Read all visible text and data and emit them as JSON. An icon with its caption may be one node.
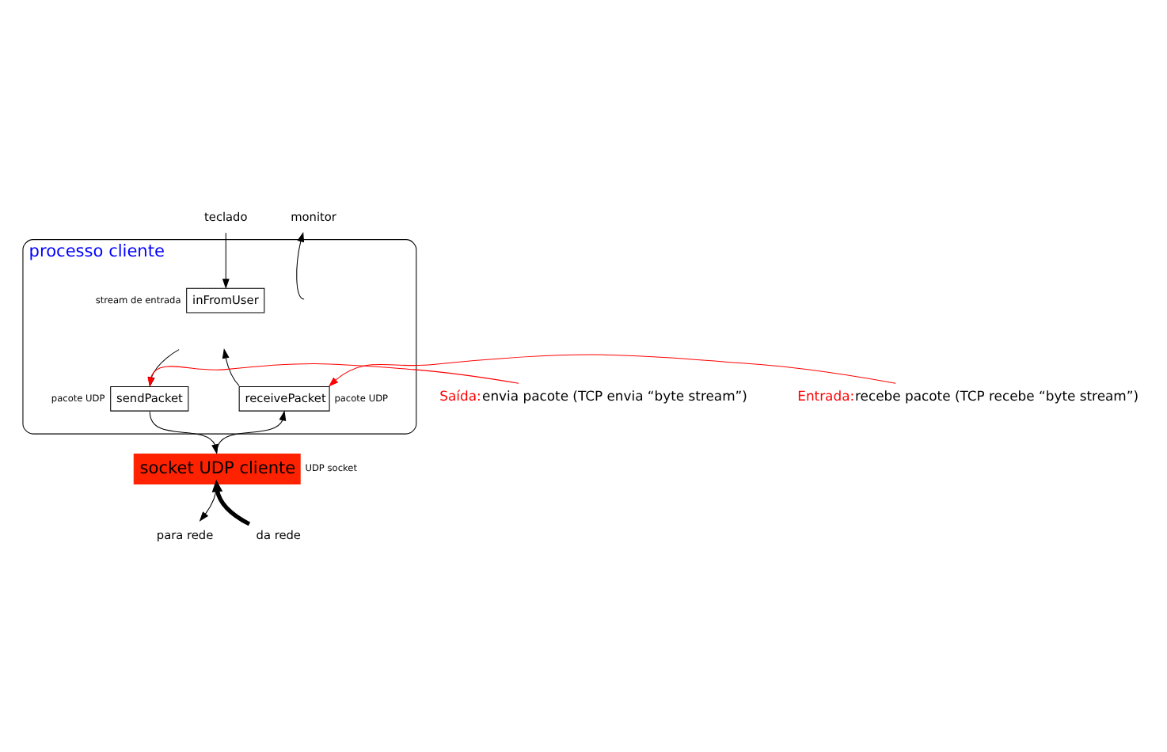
{
  "diagram": {
    "nodes": [
      {
        "text": [
          "processo cliente"
        ]
      },
      {
        "text": [
          "teclado"
        ]
      },
      {
        "text": [
          "monitor"
        ]
      },
      {
        "text": [
          "inFromUser"
        ],
        "in": 0,
        "beside": [
          "stream de entrada"
        ]
      },
      {
        "text": [
          "sendPacket"
        ],
        "in": 0,
        "beside": [
          "pacote UDP"
        ]
      },
      {
        "text": [
          "receivePacket"
        ],
        "in": 0,
        "beside": [
          "pacote UDP"
        ]
      },
      {
        "text": [
          "socket UDP cliente"
        ],
        "beside": [
          "UDP socket"
        ]
      },
      {
        "text": [
          "para rede"
        ]
      },
      {
        "text": [
          "da rede"
        ]
      },
      {
        "text": [
          "Saída:",
          "envia pacote (TCP envia “byte stream”)"
        ]
      },
      {
        "text": [
          "Entrada:",
          "recebe pacote (TCP recebe “byte stream”)"
        ]
      }
    ],
    "edges": [
      {
        "from": 1,
        "to": 3,
        "arrow": "to"
      },
      {
        "from": null,
        "to": 2,
        "arrow": "to"
      },
      {
        "from": null,
        "to": 4,
        "arrow": "to"
      },
      {
        "from": 4,
        "to": 6,
        "arrow": "to"
      },
      {
        "from": 6,
        "to": 5,
        "arrow": "to"
      },
      {
        "from": 5,
        "to": null,
        "arrow": "to"
      },
      {
        "from": 6,
        "to": 7,
        "arrow": "to"
      },
      {
        "from": 8,
        "to": 6,
        "arrow": "to",
        "style": "thick"
      },
      {
        "from": 9,
        "to": 4,
        "arrow": "to",
        "color": "#ff0000"
      },
      {
        "from": 10,
        "to": 5,
        "arrow": "to",
        "color": "#ff0000"
      }
    ]
  }
}
